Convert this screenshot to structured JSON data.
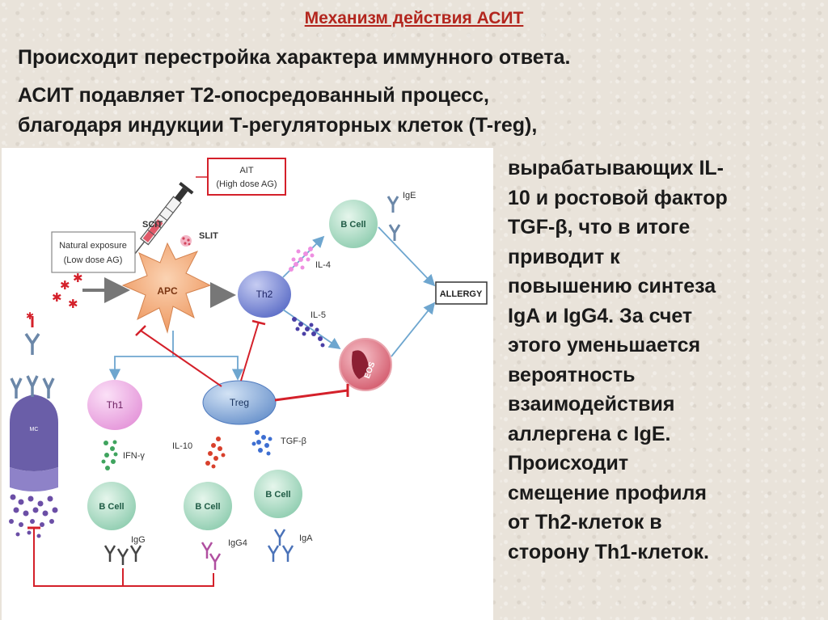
{
  "slide": {
    "title": "Механизм действия АСИТ",
    "intro_lines": [
      "Происходит перестройка характера иммунного ответа.",
      "АСИТ подавляет Т2-опосредованный процесс,",
      "благодаря индукции Т-регуляторных клеток (T-reg),"
    ],
    "right_lines": [
      "вырабатывающих IL-",
      "10 и ростовой фактор",
      "TGF-β, что в итоге",
      "приводит к",
      "повышению синтеза",
      "IgA и IgG4. За счет",
      "этого уменьшается",
      "вероятность",
      "взаимодействия",
      "аллергена с IgE.",
      "Происходит",
      "смещение профиля",
      "от Th2-клеток в",
      "сторону Th1-клеток."
    ]
  },
  "figure": {
    "ait_line1": "AIT",
    "ait_line2": "(High dose AG)",
    "scit": "SCIT",
    "slit": "SLIT",
    "natural_line1": "Natural exposure",
    "natural_line2": "(Low dose AG)",
    "apc": "APC",
    "th2": "Th2",
    "th1": "Th1",
    "treg": "Treg",
    "mc": "MC",
    "eos": "EOS",
    "allergy": "ALLERGY",
    "bcell_top": "B Cell",
    "bcell_1": "B Cell",
    "bcell_2": "B Cell",
    "bcell_3": "B Cell",
    "ige": "IgE",
    "il4": "IL-4",
    "il5": "IL-5",
    "il10": "IL-10",
    "ifng": "IFN-γ",
    "tgfb": "TGF-β",
    "igg": "IgG",
    "igg4": "IgG4",
    "iga": "IgA"
  },
  "colors": {
    "title": "#b3261e",
    "arrow_red": "#d4202a",
    "arrow_blue": "#6ea6cf",
    "bcell": "#bde3cf",
    "apc": "#f6b98a",
    "th2": "#7f8fd6",
    "th1": "#f3b6e9",
    "treg": "#86a9d8"
  }
}
